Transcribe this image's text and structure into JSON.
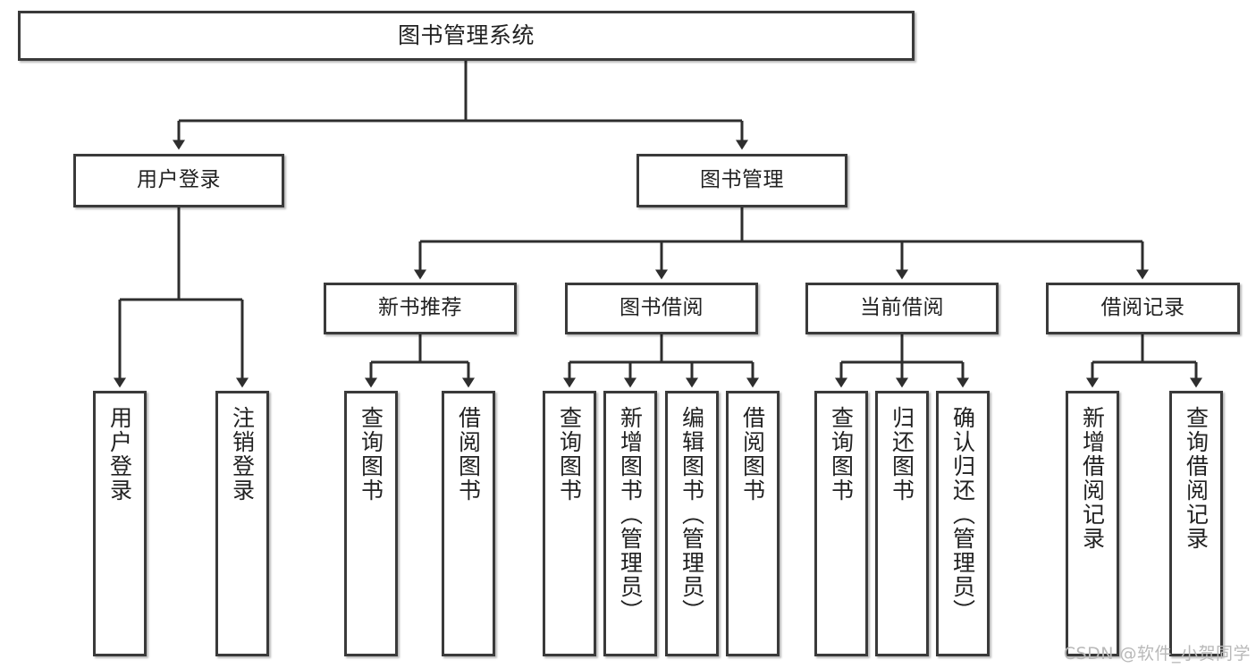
{
  "diagram": {
    "title": "图书管理系统",
    "type": "tree",
    "watermark": "CSDN @软件_小贺同学",
    "colors": {
      "box_border": "#3a3a3a",
      "box_fill": "#ffffff",
      "connector": "#2e2e2e",
      "text": "#222222",
      "watermark": "#b9b9b9",
      "background": "#ffffff"
    },
    "root": {
      "label": "图书管理系统"
    },
    "level2": [
      {
        "id": "user-login",
        "label": "用户登录"
      },
      {
        "id": "book-manage",
        "label": "图书管理"
      }
    ],
    "level3": [
      {
        "id": "new-book-rec",
        "label": "新书推荐",
        "parent": "book-manage"
      },
      {
        "id": "book-borrow",
        "label": "图书借阅",
        "parent": "book-manage"
      },
      {
        "id": "current-borrow",
        "label": "当前借阅",
        "parent": "book-manage"
      },
      {
        "id": "borrow-record",
        "label": "借阅记录",
        "parent": "book-manage"
      }
    ],
    "leaves": [
      {
        "id": "leaf-user-login",
        "label": "用户登录",
        "parent": "user-login"
      },
      {
        "id": "leaf-user-logout",
        "label": "注销登录",
        "parent": "user-login"
      },
      {
        "id": "leaf-query-book-1",
        "label": "查询图书",
        "parent": "new-book-rec"
      },
      {
        "id": "leaf-borrow-book-1",
        "label": "借阅图书",
        "parent": "new-book-rec"
      },
      {
        "id": "leaf-query-book-2",
        "label": "查询图书",
        "parent": "book-borrow"
      },
      {
        "id": "leaf-add-book",
        "label": "新增图书（管理员）",
        "parent": "book-borrow"
      },
      {
        "id": "leaf-edit-book",
        "label": "编辑图书（管理员）",
        "parent": "book-borrow"
      },
      {
        "id": "leaf-borrow-book-2",
        "label": "借阅图书",
        "parent": "book-borrow"
      },
      {
        "id": "leaf-query-book-3",
        "label": "查询图书",
        "parent": "current-borrow"
      },
      {
        "id": "leaf-return-book",
        "label": "归还图书",
        "parent": "current-borrow"
      },
      {
        "id": "leaf-confirm-return",
        "label": "确认归还（管理员）",
        "parent": "current-borrow"
      },
      {
        "id": "leaf-add-record",
        "label": "新增借阅记录",
        "parent": "borrow-record"
      },
      {
        "id": "leaf-query-record",
        "label": "查询借阅记录",
        "parent": "borrow-record"
      }
    ]
  }
}
